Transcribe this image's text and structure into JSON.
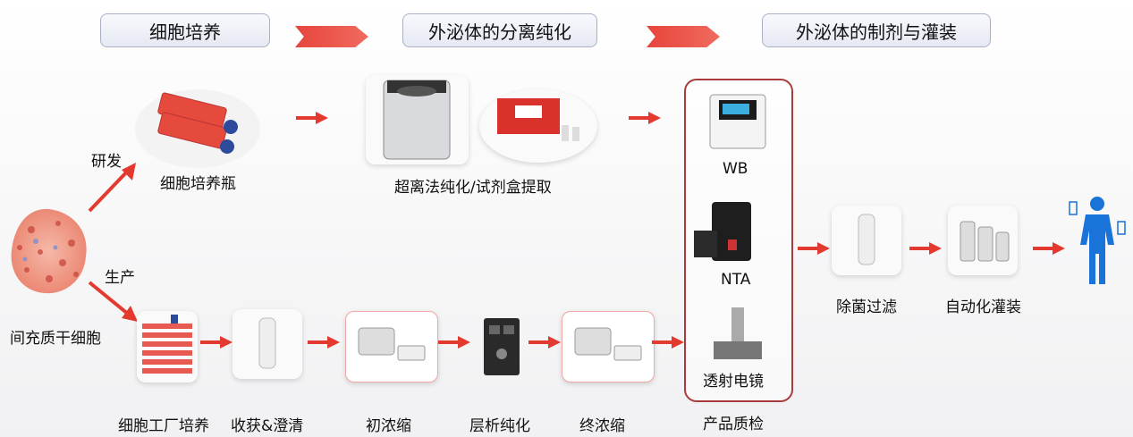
{
  "stages": [
    "细胞培养",
    "外泌体的分离纯化",
    "外泌体的制剂与灌装"
  ],
  "branches": {
    "rd": "研发",
    "production": "生产"
  },
  "source": {
    "label": "间充质干细胞"
  },
  "rd_row": {
    "flask": "细胞培养瓶",
    "purification": "超离法纯化/试剂盒提取"
  },
  "production_row": [
    "细胞工厂培养",
    "收获&澄清",
    "初浓缩",
    "层析纯化",
    "终浓缩"
  ],
  "qc": {
    "title": "产品质检",
    "items": [
      "WB",
      "NTA",
      "透射电镜"
    ]
  },
  "final_row": [
    "除菌过滤",
    "自动化灌装"
  ],
  "colors": {
    "arrow": "#e4392f",
    "qc_border": "#a83c3c",
    "stage_border": "#a9b0c4"
  }
}
